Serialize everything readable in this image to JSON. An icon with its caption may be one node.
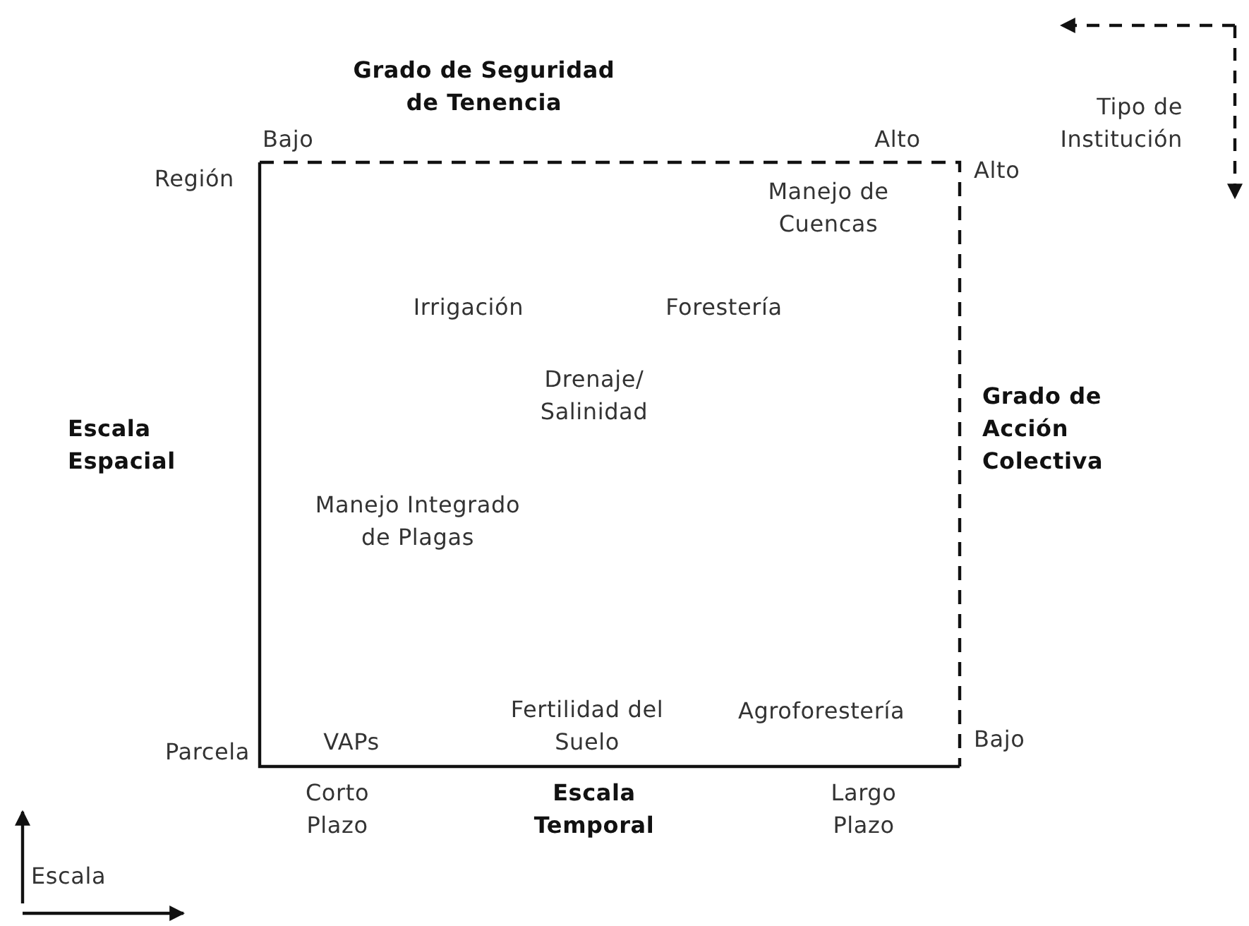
{
  "diagram": {
    "labels": [
      "Grado de Seguridad de Tenencia",
      "Bajo",
      "Alto",
      "Tipo de Institución",
      "Región",
      "Alto",
      "Manejo de Cuencas",
      "Irrigación",
      "Forestería",
      "Drenaje/ Salinidad",
      "Escala Espacial",
      "Grado de Acción Colectiva",
      "Manejo Integrado de Plagas",
      "Fertilidad del Suelo",
      "Agroforestería",
      "Parcela",
      "VAPs",
      "Bajo",
      "Corto Plazo",
      "Escala Temporal",
      "Largo Plazo",
      "Escala"
    ]
  }
}
